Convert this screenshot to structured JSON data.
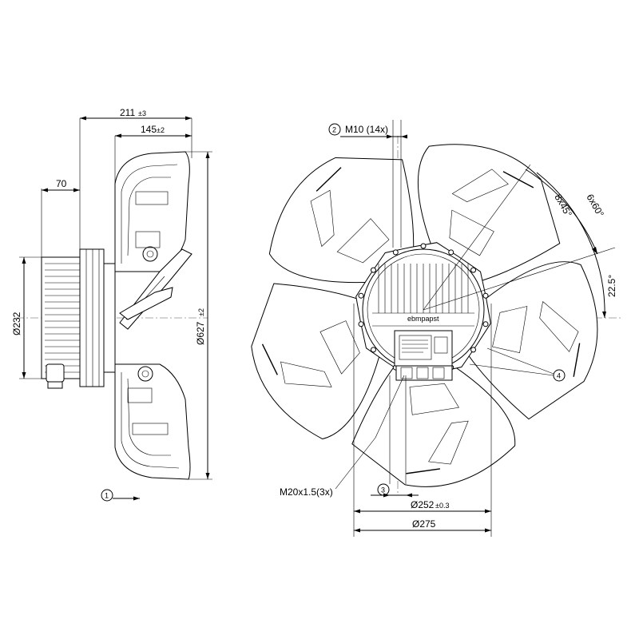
{
  "dimensions": {
    "overall_depth": "211",
    "overall_depth_tol": "±3",
    "blade_depth": "145",
    "blade_depth_tol": "±2",
    "motor_offset": "70",
    "motor_diameter": "Ø232",
    "fan_diameter": "Ø627",
    "fan_diameter_tol": "±2",
    "mount_thread": "M10 (14x)",
    "bolt_pitch_1": "8x45°",
    "bolt_pitch_2": "6x60°",
    "offset_angle": "22.5°",
    "cable_gland": "M20x1.5(3x)",
    "bolt_circle": "Ø252",
    "bolt_circle_tol": "±0.3",
    "flange_diameter": "Ø275"
  },
  "callouts": {
    "c1": "1",
    "c2": "2",
    "c3": "3",
    "c4": "4"
  },
  "brand_mark": "ebmpapst"
}
